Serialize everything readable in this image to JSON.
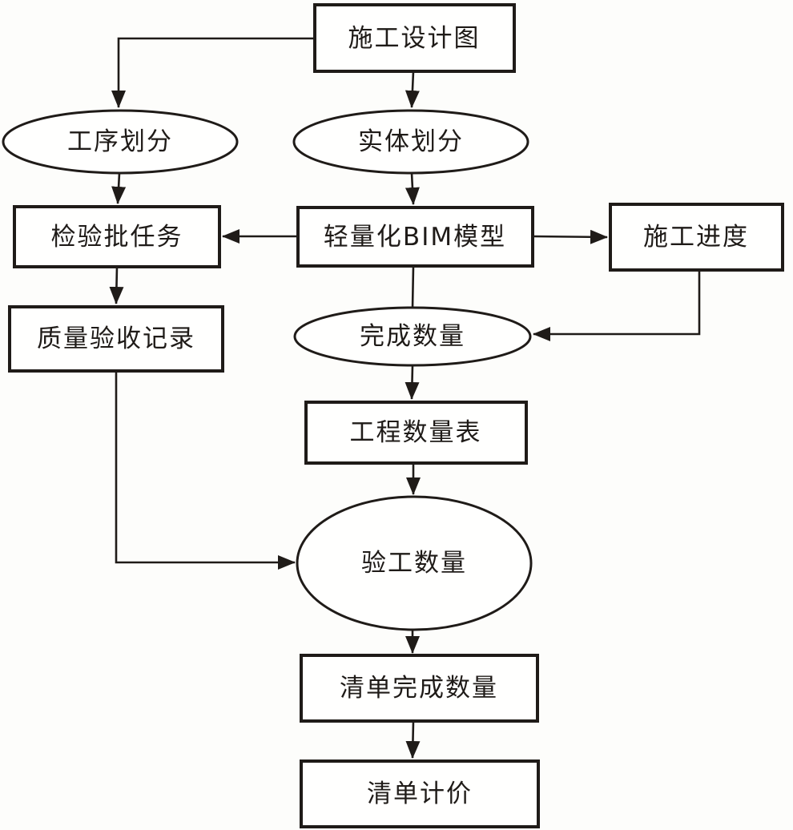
{
  "diagram": {
    "type": "flowchart",
    "background_color": "#fdfdfb",
    "line_color": "#1f1b18",
    "node_fill_color": "#fffffe",
    "nodes": {
      "design_drawing": {
        "label": "施工设计图",
        "shape": "rectangle"
      },
      "process_division": {
        "label": "工序划分",
        "shape": "ellipse"
      },
      "entity_division": {
        "label": "实体划分",
        "shape": "ellipse"
      },
      "inspection_batch_task": {
        "label": "检验批任务",
        "shape": "rectangle"
      },
      "bim_model": {
        "label": "轻量化BIM模型",
        "shape": "rectangle"
      },
      "construction_progress": {
        "label": "施工进度",
        "shape": "rectangle"
      },
      "quality_acceptance_record": {
        "label": "质量验收记录",
        "shape": "rectangle"
      },
      "completed_quantity": {
        "label": "完成数量",
        "shape": "ellipse"
      },
      "quantity_table": {
        "label": "工程数量表",
        "shape": "rectangle"
      },
      "acceptance_quantity": {
        "label": "验工数量",
        "shape": "ellipse"
      },
      "list_completed_quantity": {
        "label": "清单完成数量",
        "shape": "rectangle"
      },
      "list_pricing": {
        "label": "清单计价",
        "shape": "rectangle"
      }
    },
    "edges": [
      {
        "from": "design_drawing",
        "to": "process_division",
        "arrow": true
      },
      {
        "from": "design_drawing",
        "to": "entity_division",
        "arrow": true
      },
      {
        "from": "process_division",
        "to": "inspection_batch_task",
        "arrow": true
      },
      {
        "from": "entity_division",
        "to": "bim_model",
        "arrow": true
      },
      {
        "from": "bim_model",
        "to": "inspection_batch_task",
        "arrow": true
      },
      {
        "from": "bim_model",
        "to": "construction_progress",
        "arrow": true
      },
      {
        "from": "inspection_batch_task",
        "to": "quality_acceptance_record",
        "arrow": true
      },
      {
        "from": "bim_model",
        "to": "completed_quantity",
        "arrow": false
      },
      {
        "from": "construction_progress",
        "to": "completed_quantity",
        "arrow": true
      },
      {
        "from": "completed_quantity",
        "to": "quantity_table",
        "arrow": true
      },
      {
        "from": "quantity_table",
        "to": "acceptance_quantity",
        "arrow": true
      },
      {
        "from": "quality_acceptance_record",
        "to": "acceptance_quantity",
        "arrow": true
      },
      {
        "from": "acceptance_quantity",
        "to": "list_completed_quantity",
        "arrow": true
      },
      {
        "from": "list_completed_quantity",
        "to": "list_pricing",
        "arrow": true
      }
    ]
  }
}
